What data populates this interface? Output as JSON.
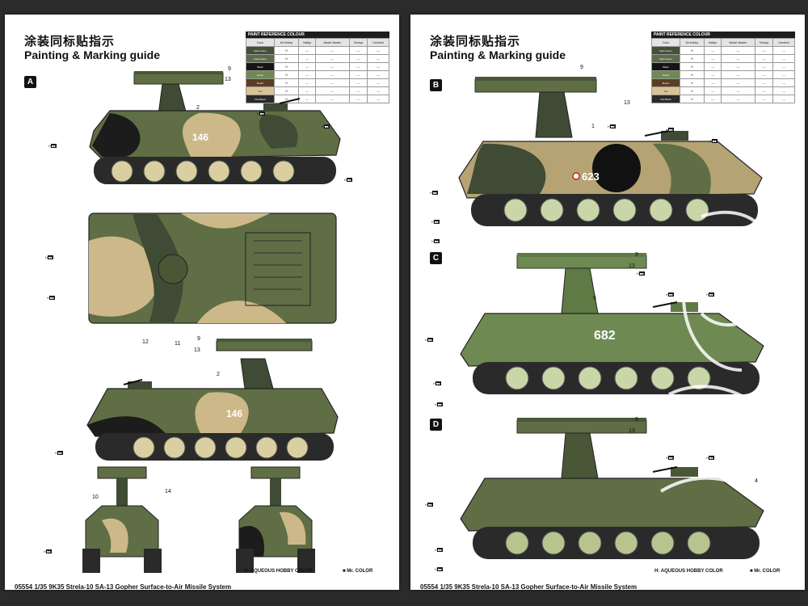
{
  "guide": {
    "title_cn": "涂装同标贴指示",
    "title_en": "Painting & Marking guide"
  },
  "paint_table": {
    "caption": "PAINT REFERENCE COLOUR",
    "headers": [
      "Color",
      "Mr.Hobby",
      "Vallejo",
      "Model Master",
      "Tamiya",
      "Humbrol"
    ],
    "rows": [
      {
        "name": "Dark Green",
        "swatch": "#43503a",
        "code": "H",
        "values": [
          "—",
          "—",
          "—",
          "—",
          "—"
        ]
      },
      {
        "name": "Dark Green",
        "swatch": "#5d6b4b",
        "code": "H",
        "values": [
          "—",
          "—",
          "—",
          "—",
          "—"
        ]
      },
      {
        "name": "Black",
        "swatch": "#151515",
        "code": "H",
        "values": [
          "—",
          "—",
          "—",
          "—",
          "—"
        ]
      },
      {
        "name": "Green",
        "swatch": "#6e8a52",
        "code": "H",
        "values": [
          "—",
          "—",
          "—",
          "—",
          "—"
        ]
      },
      {
        "name": "Brown",
        "swatch": "#5a3d24",
        "code": "H",
        "values": [
          "—",
          "—",
          "—",
          "—",
          "—"
        ]
      },
      {
        "name": "Tan",
        "swatch": "#d9c394",
        "code": "H",
        "values": [
          "—",
          "—",
          "—",
          "—",
          "—"
        ]
      },
      {
        "name": "Flat Black",
        "swatch": "#2a2a2a",
        "code": "H",
        "values": [
          "—",
          "—",
          "—",
          "—",
          "—"
        ]
      }
    ]
  },
  "legend": {
    "aqueous": "H: AQUEOUS HOBBY COLOR",
    "mrcolor": "Mr. COLOR"
  },
  "footer": {
    "left": "05554 1/35 9K35 Strela-10 SA-13 Gopher Surface-to-Air Missile System",
    "right": "05554 1/35 9K35 Strela-10 SA-13 Gopher Surface-to-Air Missile System"
  },
  "schemes": {
    "A": {
      "letter": "A",
      "number": "146",
      "callouts": [
        "9",
        "13",
        "2",
        "12",
        "11",
        "9",
        "13",
        "2",
        "10",
        "14"
      ]
    },
    "B": {
      "letter": "B",
      "number": "623",
      "callouts": [
        "9",
        "13",
        "1"
      ]
    },
    "C": {
      "letter": "C",
      "number": "682",
      "callouts": [
        "9",
        "13",
        "5"
      ]
    },
    "D": {
      "letter": "D",
      "number": "",
      "callouts": [
        "9",
        "13",
        "4"
      ]
    }
  },
  "colors": {
    "dark_green": "#3f4b34",
    "olive": "#5f6e45",
    "tan": "#cdb88a",
    "green": "#7c9a5b",
    "black": "#141414"
  }
}
